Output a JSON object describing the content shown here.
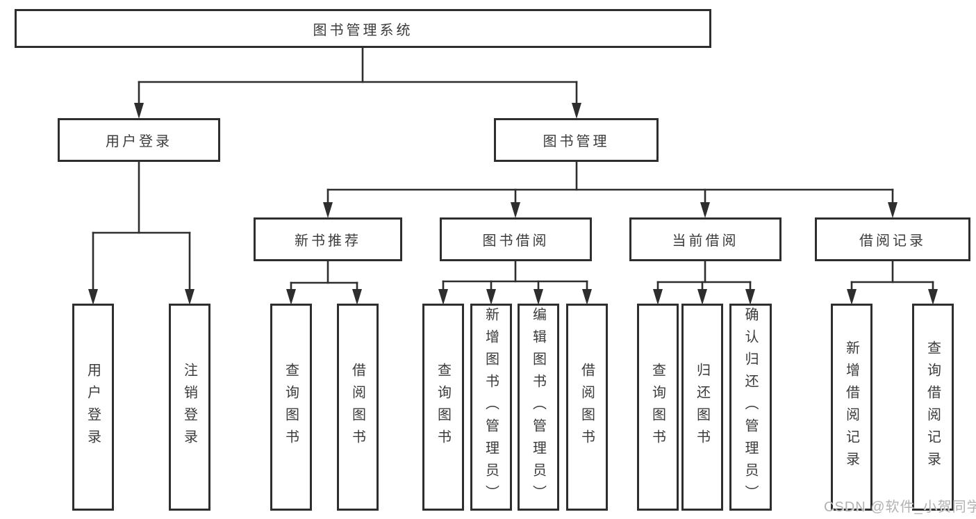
{
  "diagram": {
    "type": "hierarchy-tree",
    "title": "图书管理系统"
  },
  "nodes": {
    "root": {
      "label": "图书管理系统"
    },
    "user_login": {
      "label": "用户登录"
    },
    "book_mgmt": {
      "label": "图书管理"
    },
    "user_login_action": {
      "label": "用户登录"
    },
    "logout_action": {
      "label": "注销登录"
    },
    "new_book_rec": {
      "label": "新书推荐"
    },
    "book_borrow": {
      "label": "图书借阅"
    },
    "current_borrow": {
      "label": "当前借阅"
    },
    "borrow_record": {
      "label": "借阅记录"
    },
    "nbr_query_book": {
      "label": "查询图书"
    },
    "nbr_borrow_book": {
      "label": "借阅图书"
    },
    "bb_query_book": {
      "label": "查询图书"
    },
    "bb_add_book": {
      "label": "新增图书（管理员）"
    },
    "bb_edit_book": {
      "label": "编辑图书（管理员）"
    },
    "bb_borrow_book": {
      "label": "借阅图书"
    },
    "cb_query_book": {
      "label": "查询图书"
    },
    "cb_return_book": {
      "label": "归还图书"
    },
    "cb_confirm_return": {
      "label": "确认归还（管理员）"
    },
    "br_add_record": {
      "label": "新增借阅记录"
    },
    "br_query_record": {
      "label": "查询借阅记录"
    }
  },
  "hierarchy": [
    {
      "parent": "图书管理系统",
      "children": [
        "用户登录",
        "图书管理"
      ]
    },
    {
      "parent": "用户登录",
      "children": [
        "用户登录",
        "注销登录"
      ]
    },
    {
      "parent": "图书管理",
      "children": [
        "新书推荐",
        "图书借阅",
        "当前借阅",
        "借阅记录"
      ]
    },
    {
      "parent": "新书推荐",
      "children": [
        "查询图书",
        "借阅图书"
      ]
    },
    {
      "parent": "图书借阅",
      "children": [
        "查询图书",
        "新增图书（管理员）",
        "编辑图书（管理员）",
        "借阅图书"
      ]
    },
    {
      "parent": "当前借阅",
      "children": [
        "查询图书",
        "归还图书",
        "确认归还（管理员）"
      ]
    },
    {
      "parent": "借阅记录",
      "children": [
        "新增借阅记录",
        "查询借阅记录"
      ]
    }
  ],
  "watermark": {
    "text": "CSDN @软件_小贺同学"
  },
  "colors": {
    "background": "#ffffff",
    "line": "#2e2e2e",
    "box_border": "#2e2e2e",
    "text": "#3b3b3b",
    "watermark": "#b2b2b2"
  }
}
